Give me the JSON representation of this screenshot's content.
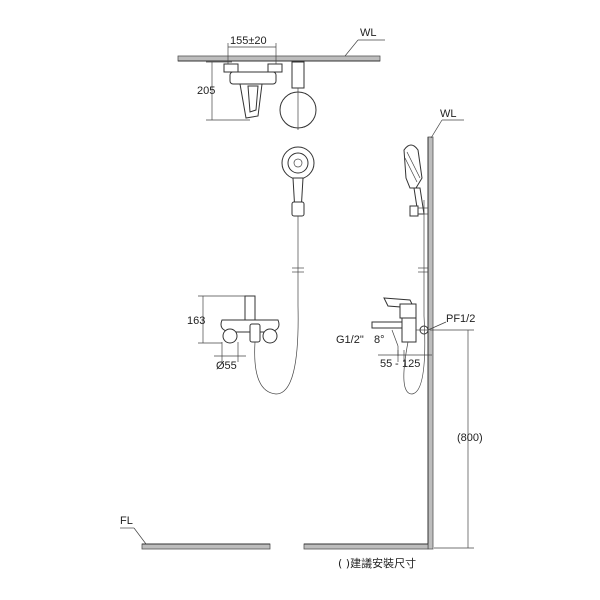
{
  "labels": {
    "wall_top": "WL",
    "wall_side": "WL",
    "floor": "FL",
    "spacing": "155±20",
    "height_top": "205",
    "height_valve": "163",
    "flange_dia": "Ø55",
    "inlet_thread": "G1/2\"",
    "angle": "8°",
    "depth_a": "55",
    "depth_b": "125",
    "outlet_thread": "PF1/2",
    "install_height": "(800)",
    "footnote": "( )建議安裝尺寸"
  }
}
